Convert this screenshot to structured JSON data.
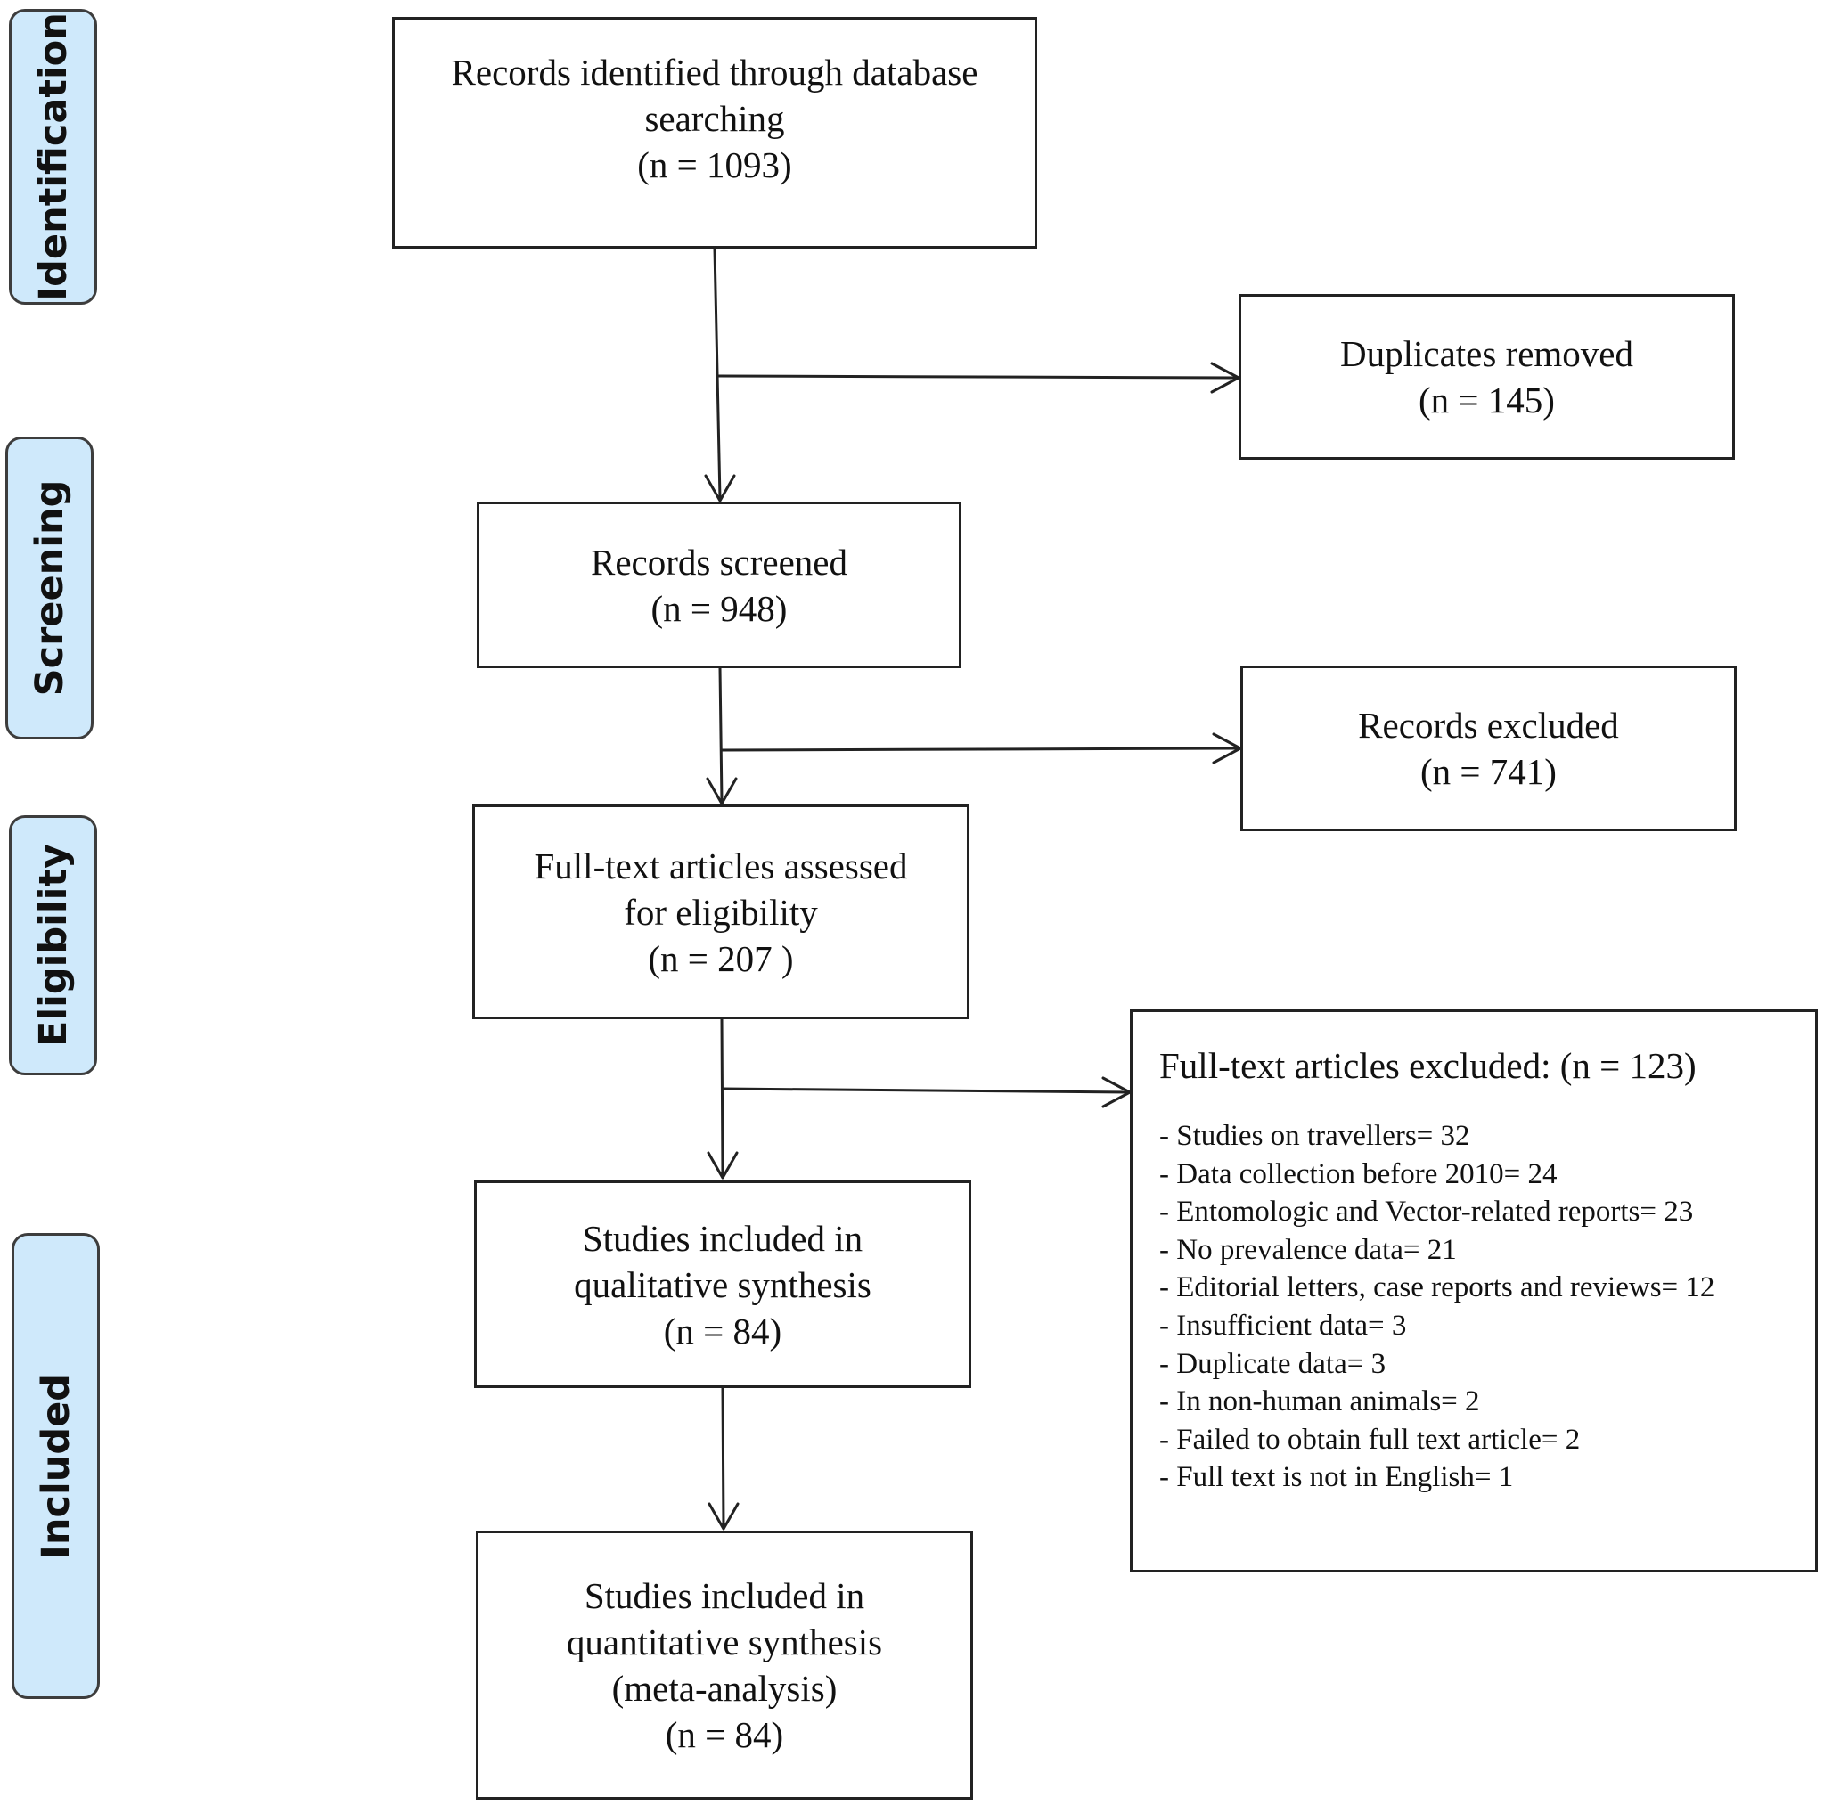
{
  "stages": [
    {
      "id": "identification",
      "label": "Identification"
    },
    {
      "id": "screening",
      "label": "Screening"
    },
    {
      "id": "eligibility",
      "label": "Eligibility"
    },
    {
      "id": "included",
      "label": "Included"
    }
  ],
  "boxes": {
    "identified": {
      "lines": [
        "Records identified through database",
        "searching",
        "(n = 1093)"
      ]
    },
    "duplicates": {
      "lines": [
        "Duplicates removed",
        "(n = 145)"
      ]
    },
    "screened": {
      "lines": [
        "Records screened",
        "(n = 948)"
      ]
    },
    "records_excluded": {
      "lines": [
        "Records excluded",
        "(n = 741)"
      ]
    },
    "fulltext_assessed": {
      "lines": [
        "Full-text articles assessed",
        "for eligibility",
        "(n = 207 )"
      ]
    },
    "fulltext_excluded": {
      "title": "Full-text articles excluded: (n = 123)",
      "reasons": [
        "- Studies on travellers= 32",
        "- Data collection before 2010= 24",
        "- Entomologic and Vector-related reports= 23",
        "- No prevalence data= 21",
        "- Editorial letters, case reports and reviews= 12",
        "- Insufficient data= 3",
        "- Duplicate data= 3",
        "- In non-human animals= 2",
        "- Failed to obtain full text article= 2",
        "- Full text is not in English= 1"
      ]
    },
    "qualitative": {
      "lines": [
        "Studies included in",
        "qualitative synthesis",
        "(n = 84)"
      ]
    },
    "quantitative": {
      "lines": [
        "Studies included in",
        "quantitative synthesis",
        "(meta-analysis)",
        "(n = 84)"
      ]
    }
  }
}
